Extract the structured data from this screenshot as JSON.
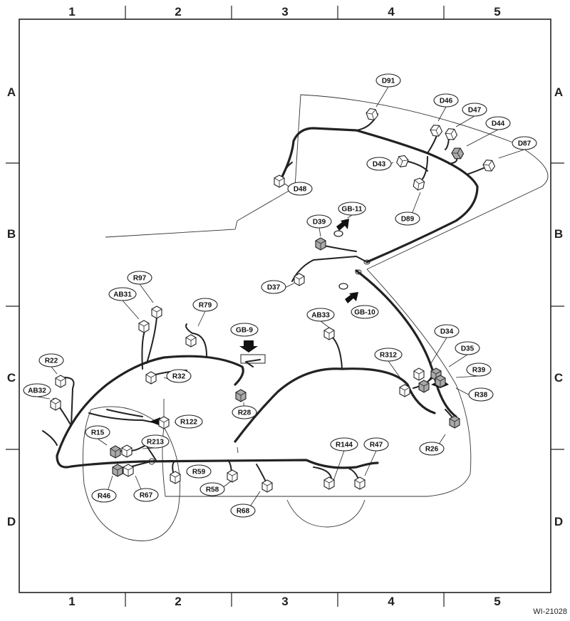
{
  "grid": {
    "columns": [
      "1",
      "2",
      "3",
      "4",
      "5"
    ],
    "rows": [
      "A",
      "B",
      "C",
      "D"
    ]
  },
  "figure_id": "WI-21028",
  "connectors": [
    "D91",
    "D46",
    "D47",
    "D44",
    "D87",
    "D43",
    "D48",
    "D89",
    "D39",
    "GB-11",
    "D37",
    "GB-10",
    "R97",
    "AB31",
    "R79",
    "GB-9",
    "AB33",
    "D34",
    "D35",
    "R39",
    "R312",
    "R38",
    "R22",
    "AB32",
    "R32",
    "R28",
    "R122",
    "R15",
    "R213",
    "R46",
    "R67",
    "R59",
    "R58",
    "R68",
    "R144",
    "R47",
    "R26"
  ],
  "colors": {
    "line": "#222222",
    "shaded_connector": "#a9a9a9"
  }
}
